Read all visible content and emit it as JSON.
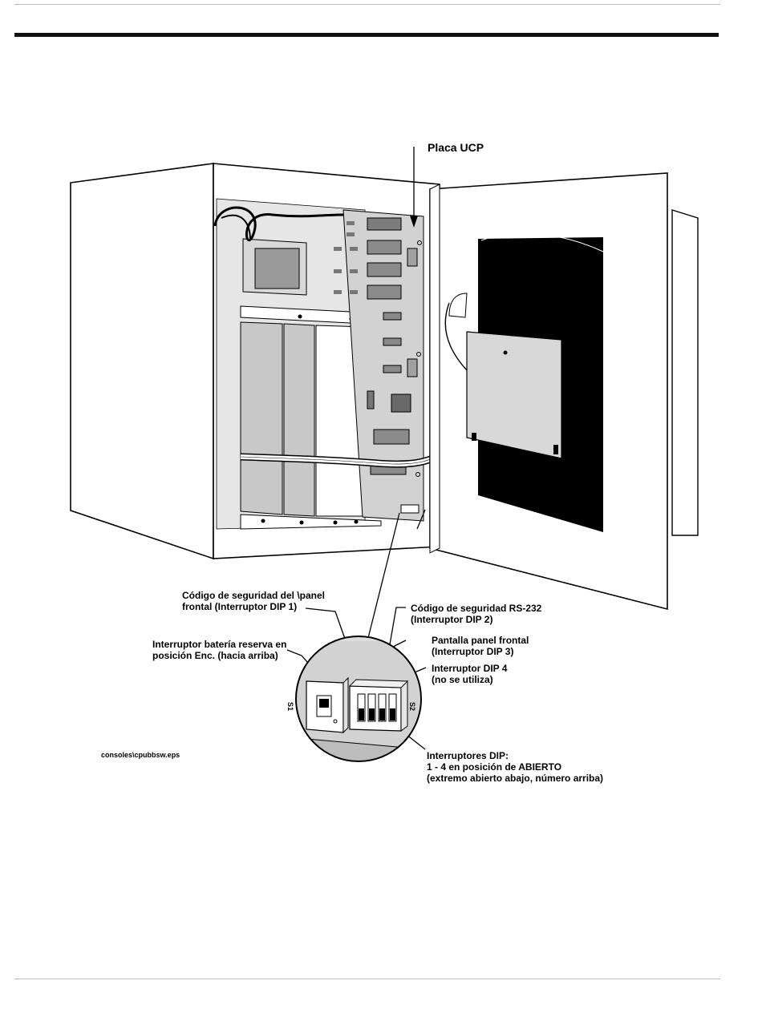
{
  "labels": {
    "cpu_board": "Placa UCP",
    "front_panel_security_line1": "Código de seguridad del \\panel",
    "front_panel_security_line2": "frontal (Interruptor DIP 1)",
    "rs232_security_line1": "Código de seguridad RS-232",
    "rs232_security_line2": "(Interruptor DIP 2)",
    "battery_switch_line1": "Interruptor batería reserva en",
    "battery_switch_line2": "posición Enc. (hacia arriba)",
    "front_panel_display_line1": "Pantalla panel frontal",
    "front_panel_display_line2": "(Interruptor DIP 3)",
    "dip4_line1": "Interruptor DIP 4",
    "dip4_line2": "(no se utiliza)",
    "dip_switches_line1": "Interruptores DIP:",
    "dip_switches_line2": "1 - 4 en posición de ABIERTO",
    "dip_switches_line3": "(extremo abierto abajo, número arriba)",
    "s1": "S1",
    "s2": "S2"
  },
  "figure_filename": "consoles\\cpubbsw.eps"
}
